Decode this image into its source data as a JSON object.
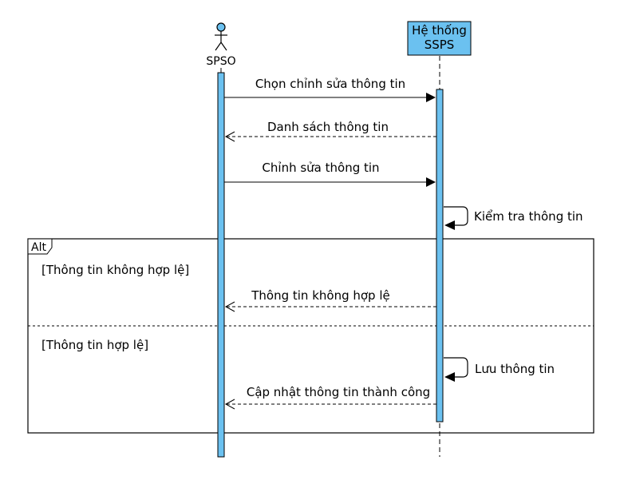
{
  "diagram": {
    "colors": {
      "activation_fill": "#6BC1F0",
      "box_fill": "#6BC1F0",
      "stroke": "#000000",
      "background": "#FFFFFF"
    },
    "actor": {
      "label": "SPSO",
      "icon": "stick-figure-icon"
    },
    "system": {
      "label_line1": "Hệ thống",
      "label_line2": "SSPS"
    },
    "messages": [
      {
        "label": "Chọn chỉnh sửa thông tin",
        "from": "SPSO",
        "to": "SSPS",
        "kind": "sync"
      },
      {
        "label": "Danh sách thông tin",
        "from": "SSPS",
        "to": "SPSO",
        "kind": "return"
      },
      {
        "label": "Chỉnh sửa thông tin",
        "from": "SPSO",
        "to": "SSPS",
        "kind": "sync"
      },
      {
        "label": "Kiểm tra thông tin",
        "from": "SSPS",
        "to": "SSPS",
        "kind": "self"
      },
      {
        "label": "Thông tin không hợp lệ",
        "from": "SSPS",
        "to": "SPSO",
        "kind": "return"
      },
      {
        "label": "Lưu thông tin",
        "from": "SSPS",
        "to": "SSPS",
        "kind": "self"
      },
      {
        "label": "Cập nhật thông tin thành công",
        "from": "SSPS",
        "to": "SPSO",
        "kind": "return"
      }
    ],
    "alt": {
      "tag": "Alt",
      "guard1": "[Thông tin không hợp lệ]",
      "guard2": "[Thông tin hợp lệ]"
    }
  }
}
